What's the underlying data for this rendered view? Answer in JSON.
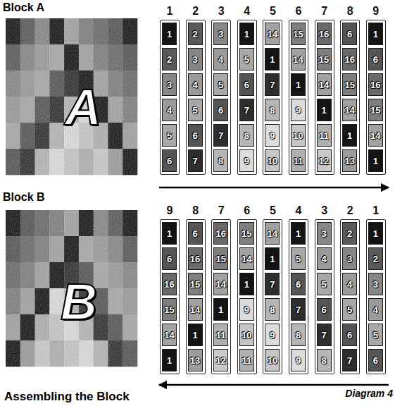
{
  "diagram": {
    "nodes": [
      {
        "text": [
          "1"
        ]
      },
      {
        "text": [
          "1"
        ],
        "in": 0
      },
      {
        "text": [
          "2"
        ],
        "in": 0
      },
      {
        "text": [
          "3"
        ],
        "in": 0
      },
      {
        "text": [
          "4"
        ],
        "in": 0
      },
      {
        "text": [
          "5"
        ],
        "in": 0
      },
      {
        "text": [
          "6"
        ],
        "in": 0
      },
      {
        "text": [
          "2"
        ]
      },
      {
        "text": [
          "2"
        ],
        "in": 7
      },
      {
        "text": [
          "3"
        ],
        "in": 7
      },
      {
        "text": [
          "4"
        ],
        "in": 7
      },
      {
        "text": [
          "5"
        ],
        "in": 7
      },
      {
        "text": [
          "6"
        ],
        "in": 7
      },
      {
        "text": [
          "7"
        ],
        "in": 7
      },
      {
        "text": [
          "3"
        ]
      },
      {
        "text": [
          "3"
        ],
        "in": 14
      },
      {
        "text": [
          "4"
        ],
        "in": 14
      },
      {
        "text": [
          "5"
        ],
        "in": 14
      },
      {
        "text": [
          "6"
        ],
        "in": 14
      },
      {
        "text": [
          "7"
        ],
        "in": 14
      },
      {
        "text": [
          "8"
        ],
        "in": 14
      },
      {
        "text": [
          "4"
        ]
      },
      {
        "text": [
          "1"
        ],
        "in": 21
      },
      {
        "text": [
          "5"
        ],
        "in": 21
      },
      {
        "text": [
          "6"
        ],
        "in": 21
      },
      {
        "text": [
          "7"
        ],
        "in": 21
      },
      {
        "text": [
          "8"
        ],
        "in": 21
      },
      {
        "text": [
          "9"
        ],
        "in": 21
      },
      {
        "text": [
          "5"
        ]
      },
      {
        "text": [
          "14"
        ],
        "in": 28
      },
      {
        "text": [
          "1"
        ],
        "in": 28
      },
      {
        "text": [
          "7"
        ],
        "in": 28
      },
      {
        "text": [
          "8"
        ],
        "in": 28
      },
      {
        "text": [
          "9"
        ],
        "in": 28
      },
      {
        "text": [
          "10"
        ],
        "in": 28
      },
      {
        "text": [
          "6"
        ]
      },
      {
        "text": [
          "15"
        ],
        "in": 35
      },
      {
        "text": [
          "14"
        ],
        "in": 35
      },
      {
        "text": [
          "1"
        ],
        "in": 35
      },
      {
        "text": [
          "9"
        ],
        "in": 35
      },
      {
        "text": [
          "10"
        ],
        "in": 35
      },
      {
        "text": [
          "11"
        ],
        "in": 35
      },
      {
        "text": [
          "7"
        ]
      },
      {
        "text": [
          "16"
        ],
        "in": 42
      },
      {
        "text": [
          "15"
        ],
        "in": 42
      },
      {
        "text": [
          "14"
        ],
        "in": 42
      },
      {
        "text": [
          "1"
        ],
        "in": 42
      },
      {
        "text": [
          "11"
        ],
        "in": 42
      },
      {
        "text": [
          "12"
        ],
        "in": 42
      },
      {
        "text": [
          "8"
        ]
      },
      {
        "text": [
          "6"
        ],
        "in": 49
      },
      {
        "text": [
          "16"
        ],
        "in": 49
      },
      {
        "text": [
          "15"
        ],
        "in": 49
      },
      {
        "text": [
          "14"
        ],
        "in": 49
      },
      {
        "text": [
          "1"
        ],
        "in": 49
      },
      {
        "text": [
          "13"
        ],
        "in": 49
      },
      {
        "text": [
          "9"
        ]
      },
      {
        "text": [
          "1"
        ],
        "in": 56
      },
      {
        "text": [
          "6"
        ],
        "in": 56
      },
      {
        "text": [
          "16"
        ],
        "in": 56
      },
      {
        "text": [
          "15"
        ],
        "in": 56
      },
      {
        "text": [
          "14"
        ],
        "in": 56
      },
      {
        "text": [
          "1"
        ],
        "in": 56
      },
      {
        "text": [
          "9"
        ]
      },
      {
        "text": [
          "1"
        ],
        "in": 63
      },
      {
        "text": [
          "6"
        ],
        "in": 63
      },
      {
        "text": [
          "16"
        ],
        "in": 63
      },
      {
        "text": [
          "15"
        ],
        "in": 63
      },
      {
        "text": [
          "14"
        ],
        "in": 63
      },
      {
        "text": [
          "1"
        ],
        "in": 63
      },
      {
        "text": [
          "8"
        ]
      },
      {
        "text": [
          "6"
        ],
        "in": 70
      },
      {
        "text": [
          "16"
        ],
        "in": 70
      },
      {
        "text": [
          "15"
        ],
        "in": 70
      },
      {
        "text": [
          "14"
        ],
        "in": 70
      },
      {
        "text": [
          "1"
        ],
        "in": 70
      },
      {
        "text": [
          "13"
        ],
        "in": 70
      },
      {
        "text": [
          "7"
        ]
      },
      {
        "text": [
          "16"
        ],
        "in": 77
      },
      {
        "text": [
          "15"
        ],
        "in": 77
      },
      {
        "text": [
          "14"
        ],
        "in": 77
      },
      {
        "text": [
          "1"
        ],
        "in": 77
      },
      {
        "text": [
          "11"
        ],
        "in": 77
      },
      {
        "text": [
          "12"
        ],
        "in": 77
      },
      {
        "text": [
          "6"
        ]
      },
      {
        "text": [
          "15"
        ],
        "in": 84
      },
      {
        "text": [
          "14"
        ],
        "in": 84
      },
      {
        "text": [
          "1"
        ],
        "in": 84
      },
      {
        "text": [
          "9"
        ],
        "in": 84
      },
      {
        "text": [
          "10"
        ],
        "in": 84
      },
      {
        "text": [
          "11"
        ],
        "in": 84
      },
      {
        "text": [
          "5"
        ]
      },
      {
        "text": [
          "14"
        ],
        "in": 91
      },
      {
        "text": [
          "1"
        ],
        "in": 91
      },
      {
        "text": [
          "7"
        ],
        "in": 91
      },
      {
        "text": [
          "8"
        ],
        "in": 91
      },
      {
        "text": [
          "9"
        ],
        "in": 91
      },
      {
        "text": [
          "10"
        ],
        "in": 91
      },
      {
        "text": [
          "4"
        ]
      },
      {
        "text": [
          "1"
        ],
        "in": 98
      },
      {
        "text": [
          "5"
        ],
        "in": 98
      },
      {
        "text": [
          "6"
        ],
        "in": 98
      },
      {
        "text": [
          "7"
        ],
        "in": 98
      },
      {
        "text": [
          "8"
        ],
        "in": 98
      },
      {
        "text": [
          "9"
        ],
        "in": 98
      },
      {
        "text": [
          "3"
        ]
      },
      {
        "text": [
          "3"
        ],
        "in": 105
      },
      {
        "text": [
          "4"
        ],
        "in": 105
      },
      {
        "text": [
          "5"
        ],
        "in": 105
      },
      {
        "text": [
          "6"
        ],
        "in": 105
      },
      {
        "text": [
          "7"
        ],
        "in": 105
      },
      {
        "text": [
          "8"
        ],
        "in": 105
      },
      {
        "text": [
          "2"
        ]
      },
      {
        "text": [
          "2"
        ],
        "in": 112
      },
      {
        "text": [
          "3"
        ],
        "in": 112
      },
      {
        "text": [
          "4"
        ],
        "in": 112
      },
      {
        "text": [
          "5"
        ],
        "in": 112
      },
      {
        "text": [
          "6"
        ],
        "in": 112
      },
      {
        "text": [
          "7"
        ],
        "in": 112
      },
      {
        "text": [
          "1"
        ]
      },
      {
        "text": [
          "1"
        ],
        "in": 119
      },
      {
        "text": [
          "2"
        ],
        "in": 119
      },
      {
        "text": [
          "3"
        ],
        "in": 119
      },
      {
        "text": [
          "4"
        ],
        "in": 119
      },
      {
        "text": [
          "5"
        ],
        "in": 119
      },
      {
        "text": [
          "6"
        ],
        "in": 119
      }
    ],
    "labels": [
      "Block A",
      "A",
      "Block B",
      "B",
      "Assembling the Block",
      "Diagram 4"
    ]
  }
}
